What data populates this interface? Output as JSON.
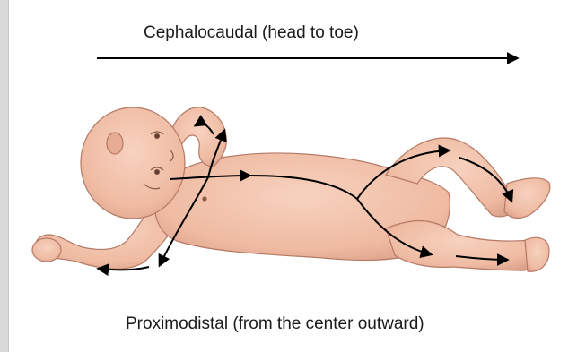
{
  "top_label": "Cephalocaudal (head to toe)",
  "bottom_label": "Proximodistal (from the center outward)",
  "colors": {
    "skin": "#f2c2aa",
    "skin_shadow": "#d99c85",
    "outline": "#b57a66",
    "arrow": "#000000"
  },
  "icons": {
    "figure": "infant-figure-illustration"
  }
}
